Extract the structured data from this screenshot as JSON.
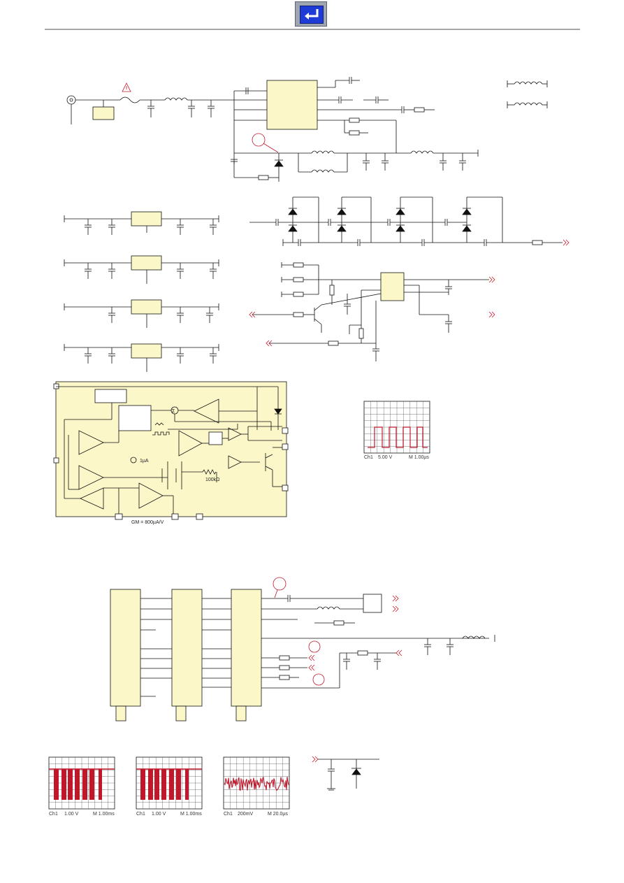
{
  "nav": {
    "back_icon": "return-arrow-icon"
  },
  "colors": {
    "ic_fill": "#fbf7c8",
    "trace": "#111111",
    "marker": "#c0182a",
    "scope_trace": "#c0182a",
    "back": "#1f3bd6"
  },
  "block_diagram": {
    "current_source": "1µA",
    "resistor": "100kΩ",
    "gm": "GM = 800µA/V"
  },
  "scopes": [
    {
      "id": "scope-square",
      "channel": "Ch1",
      "volts": "5.00 V",
      "time": "M 1.00µs"
    },
    {
      "id": "scope-burst-1",
      "channel": "Ch1",
      "volts": "1.00 V",
      "time": "M 1.00ms"
    },
    {
      "id": "scope-burst-2",
      "channel": "Ch1",
      "volts": "1.00 V",
      "time": "M 1.00ms"
    },
    {
      "id": "scope-noise",
      "channel": "Ch1",
      "volts": "200mV",
      "time": "M 20.0µs"
    }
  ]
}
